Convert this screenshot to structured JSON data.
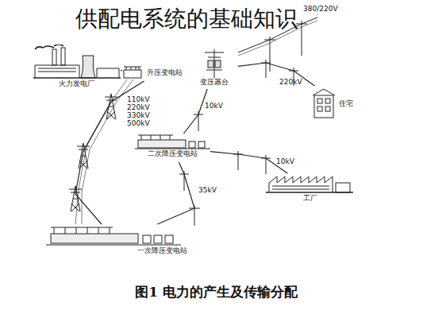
{
  "diagram": {
    "title": "供配电系统的基础知识",
    "caption": "图1 电力的产生及传输分配",
    "nodes": [
      {
        "text": [
          "火力发电厂"
        ]
      },
      {
        "text": [
          "升压变电站"
        ]
      },
      {
        "text": [
          "变压器台"
        ]
      },
      {
        "text": [
          "住宅"
        ]
      },
      {
        "text": [
          "二次降压变电站"
        ]
      },
      {
        "text": [
          "工厂"
        ]
      },
      {
        "text": [
          "一次降压变电站"
        ]
      }
    ],
    "edges": [
      {
        "from": 0,
        "to": 1,
        "arrow": "none"
      },
      {
        "from": 1,
        "to": 6,
        "label": "110kV 220kV 330kV 500kV",
        "arrow": "none"
      },
      {
        "from": 6,
        "to": 4,
        "label": "35kV",
        "arrow": "none"
      },
      {
        "from": 4,
        "to": 2,
        "label": "10kV",
        "arrow": "none"
      },
      {
        "from": 4,
        "to": 5,
        "label": "10kV",
        "arrow": "none"
      },
      {
        "from": 2,
        "to": 3,
        "label": "220kV",
        "arrow": "none"
      }
    ],
    "labels": [
      "380/220V"
    ]
  }
}
